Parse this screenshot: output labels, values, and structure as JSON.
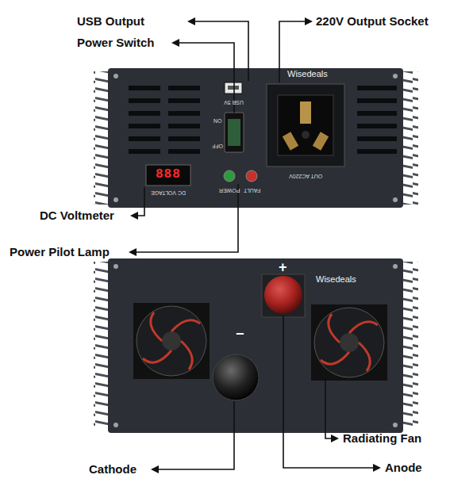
{
  "diagram": {
    "labels": [
      "USB Output",
      "Power Switch",
      "220V Output Socket",
      "Wisedeals",
      "USB 5V",
      "ON",
      "OFF",
      "DC VOLTAGE",
      "POWER",
      "FAULT",
      "OUT AC220V",
      "DC Voltmeter",
      "Power Pilot Lamp",
      "+",
      "Wisedeals",
      "−",
      "Radiating Fan",
      "Cathode",
      "Anode",
      "888"
    ]
  }
}
